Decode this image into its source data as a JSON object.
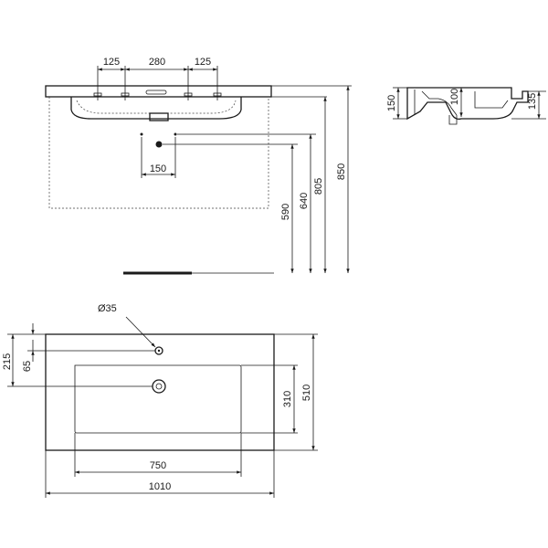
{
  "front_view": {
    "tap_spacing": [
      "125",
      "280",
      "125"
    ],
    "hole_offset": "150",
    "heights": [
      "590",
      "640",
      "805",
      "850"
    ]
  },
  "side_view": {
    "dims": [
      "150",
      "100",
      "135"
    ]
  },
  "top_view": {
    "hole_diameter": "Ø35",
    "left_dims": [
      "215",
      "65"
    ],
    "bowl_depth": "310",
    "overall_depth": "510",
    "bowl_width": "750",
    "overall_width": "1010"
  }
}
